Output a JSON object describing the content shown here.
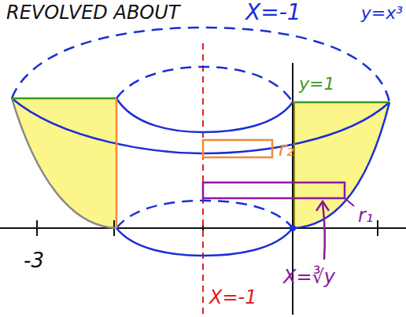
{
  "diagram": {
    "title": "REVOLVED ABOUT",
    "labels": [
      "X=-1",
      "y=x³",
      "y=1",
      "r₂",
      "r₁",
      "-3",
      "X=-1",
      "X=∛y"
    ]
  }
}
